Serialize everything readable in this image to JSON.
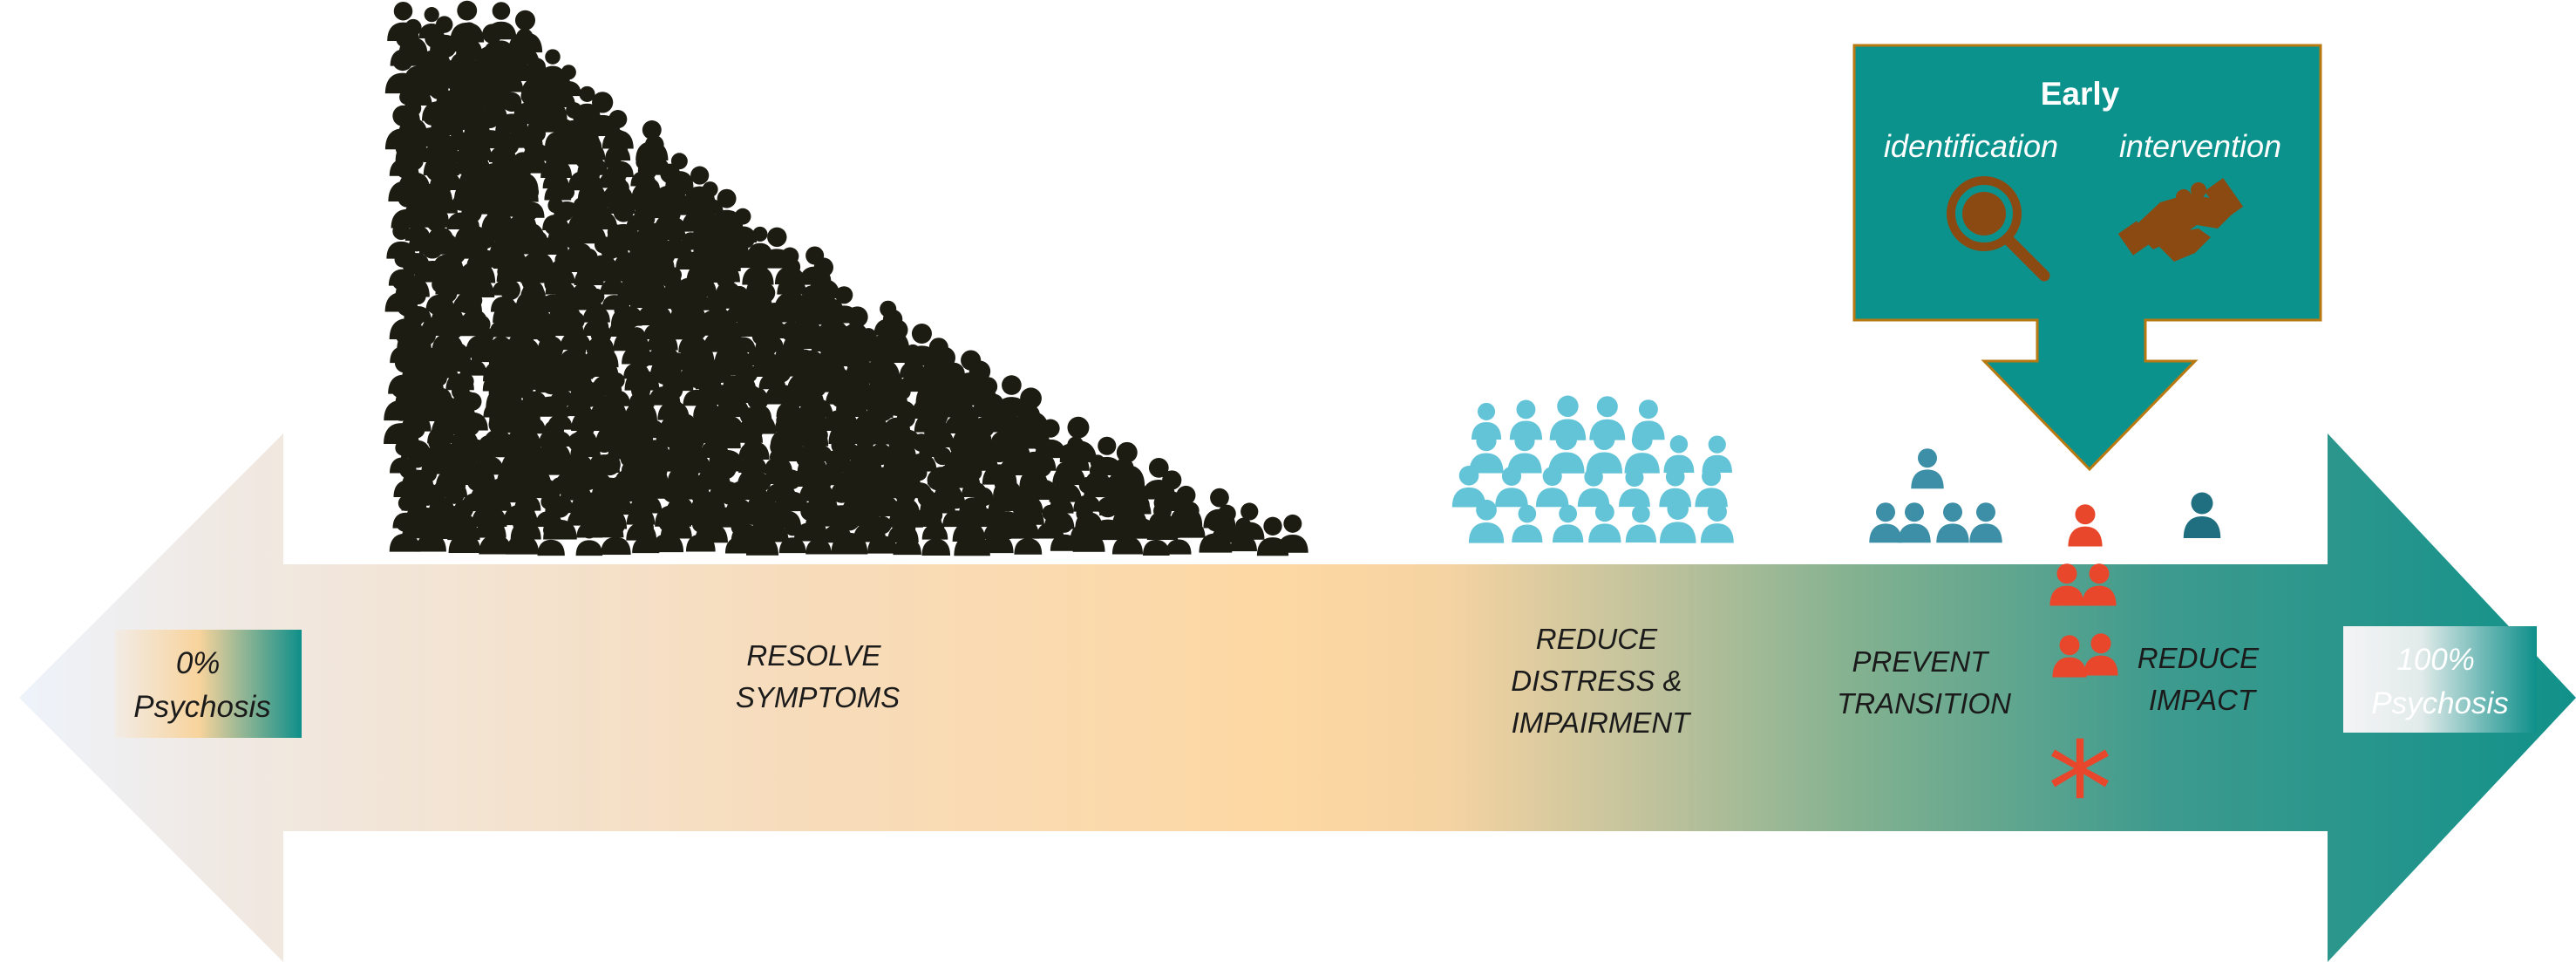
{
  "spectrum": {
    "left_end": {
      "line1": "0%",
      "line2": "Psychosis"
    },
    "right_end": {
      "line1": "100%",
      "line2": "Psychosis"
    },
    "stages": [
      {
        "lines": [
          "RESOLVE",
          "SYMPTOMS"
        ]
      },
      {
        "lines": [
          "REDUCE",
          "DISTRESS &",
          "IMPAIRMENT"
        ]
      },
      {
        "lines": [
          "PREVENT",
          "TRANSITION"
        ]
      },
      {
        "lines": [
          "REDUCE",
          "IMPACT"
        ]
      }
    ]
  },
  "callout": {
    "title": "Early",
    "left_label": "identification",
    "right_label": "intervention",
    "left_icon": "magnifying-glass-icon",
    "right_icon": "handshake-icon"
  },
  "marker": {
    "symbol": "*"
  },
  "groups": [
    {
      "name": "resolve-symptoms-crowd",
      "icon": "person-icon",
      "color": "#1c1c12",
      "relative_size": "very-large"
    },
    {
      "name": "distress-impairment-crowd",
      "icon": "person-icon",
      "color": "#63c4d8",
      "relative_size": "medium"
    },
    {
      "name": "prevent-transition-group",
      "icon": "person-icon",
      "color": "#3c8fa7",
      "relative_size": "small"
    },
    {
      "name": "transition-group",
      "icon": "person-icon",
      "color": "#e8472c",
      "relative_size": "small"
    },
    {
      "name": "reduce-impact-single",
      "icon": "person-icon",
      "color": "#1f6f80",
      "relative_size": "single"
    }
  ],
  "colors": {
    "arrow_gradient": [
      "#eef3fb",
      "#f0e9e3",
      "#f7dcbc",
      "#fdd8a3",
      "#f5d3a2",
      "#bfc29c",
      "#82b190",
      "#3d9a8e",
      "#11918a"
    ],
    "callout_fill": "#0c928c",
    "callout_border": "#b87a10",
    "icon_brown": "#8a4a12",
    "accent_red": "#e8472c"
  }
}
